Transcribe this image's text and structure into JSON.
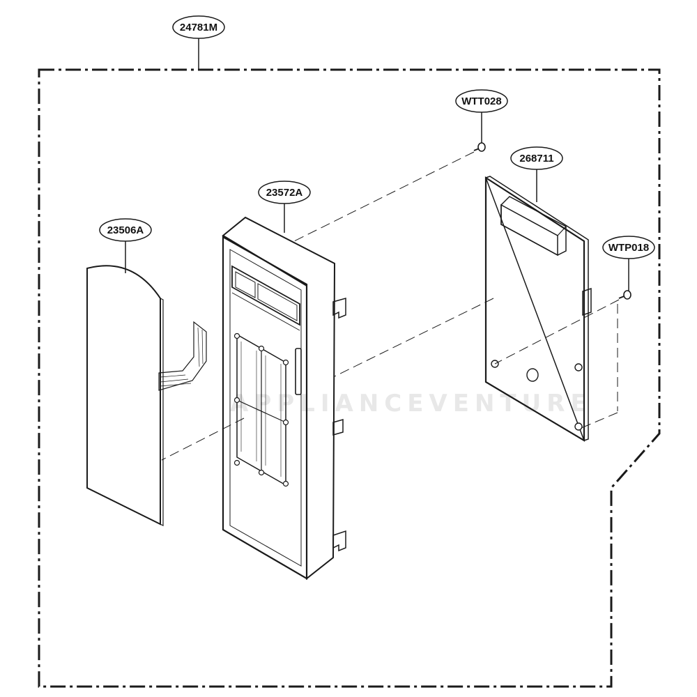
{
  "callouts": {
    "assembly": "24781M",
    "screw_top": "WTT028",
    "pcb": "268711",
    "panel": "23572A",
    "membrane": "23506A",
    "screw_right": "WTP018"
  },
  "watermark": "APPLIANCEVENTURE",
  "colors": {
    "ink": "#1a1a1a",
    "panel_fill": "#f7f7f7",
    "watermark": "#e6e6e6"
  }
}
